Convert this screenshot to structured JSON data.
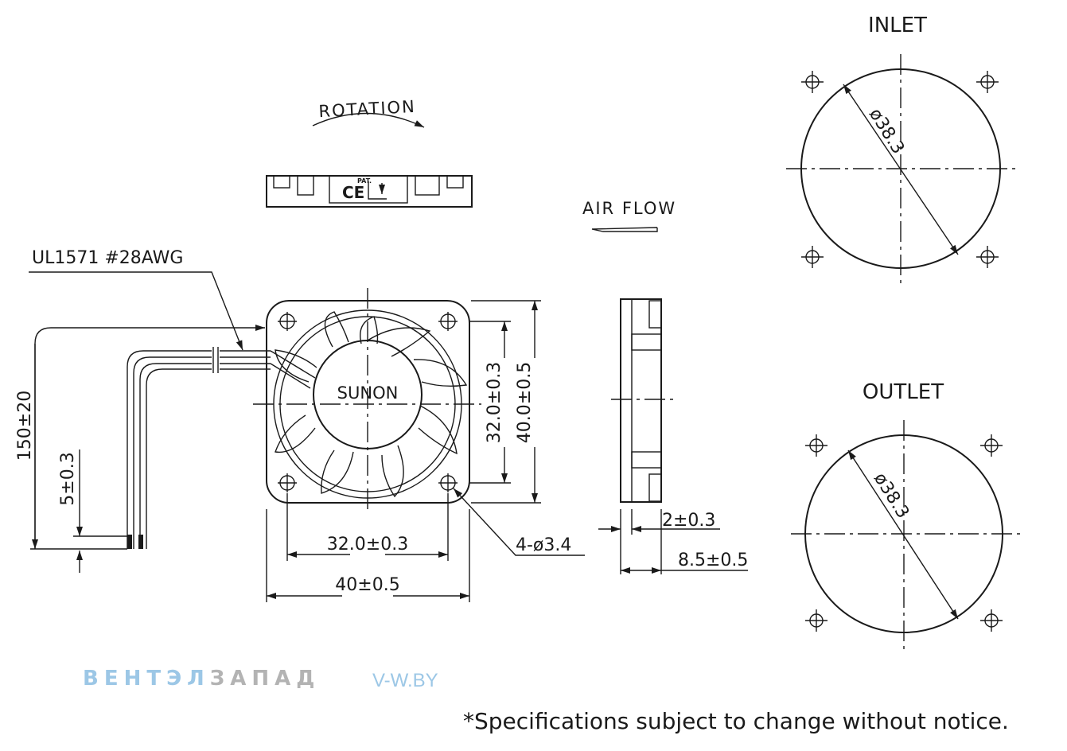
{
  "labels": {
    "rotation": "ROTATION",
    "air_flow": "AIR FLOW",
    "wire": "UL1571  #28AWG",
    "inlet": "INLET",
    "outlet": "OUTLET",
    "brand_name": "SUNON",
    "pat": "PAT."
  },
  "dimensions": {
    "lead_length": "150±20",
    "strip_length": "5±0.3",
    "hole_spacing_h": "32.0±0.3",
    "frame_width": "40±0.5",
    "hole_spacing_v": "32.0±0.3",
    "frame_height": "40.0±0.5",
    "mount_holes": "4-ø3.4",
    "flange": "2±0.3",
    "thickness": "8.5±0.5",
    "inlet_diameter": "ø38.3",
    "outlet_diameter": "ø38.3"
  },
  "watermark": {
    "part1": "ВЕНТЭЛ",
    "part2": "ЗАПАД",
    "site": "V-W.BY"
  },
  "footer": {
    "notice": "*Specifications subject to change without notice."
  }
}
